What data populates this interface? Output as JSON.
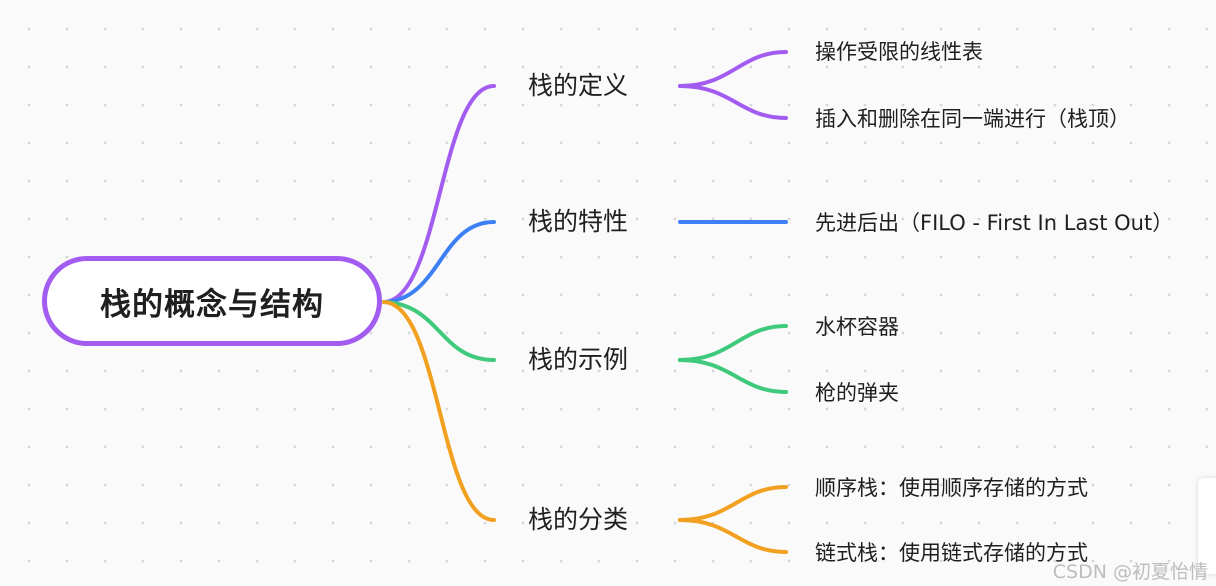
{
  "root": {
    "label": "栈的概念与结构"
  },
  "colors": {
    "definition": "#a35cf0",
    "traits": "#3d7ff5",
    "examples": "#3fc97a",
    "categories": "#f2a020"
  },
  "branches": [
    {
      "label": "栈的定义",
      "children": [
        "操作受限的线性表",
        "插入和删除在同一端进行（栈顶）"
      ]
    },
    {
      "label": "栈的特性",
      "children": [
        "先进后出（FILO - First In Last Out）"
      ]
    },
    {
      "label": "栈的示例",
      "children": [
        "水杯容器",
        "枪的弹夹"
      ]
    },
    {
      "label": "栈的分类",
      "children": [
        "顺序栈：使用顺序存储的方式",
        "链式栈：使用链式存储的方式"
      ]
    }
  ],
  "watermark": "CSDN @初夏怡情"
}
